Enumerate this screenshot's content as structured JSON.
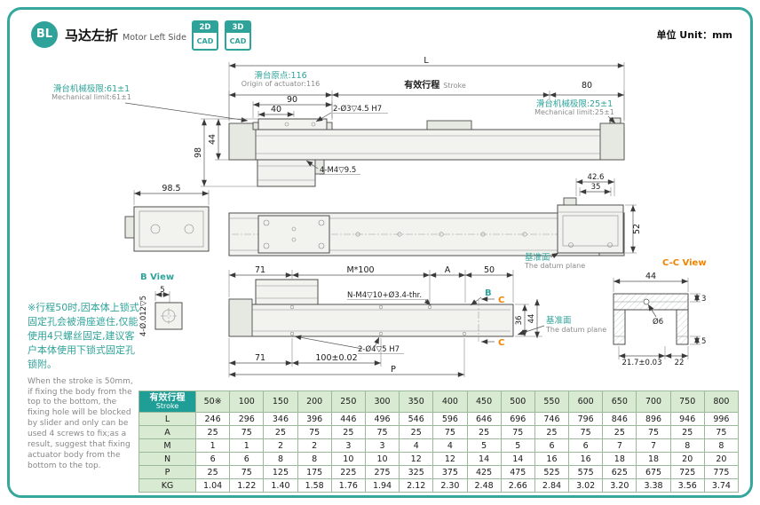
{
  "accent": {
    "teal": "#2fa39a",
    "orange": "#f08300",
    "light_green": "#d9ead2",
    "header_teal": "#1e9e96"
  },
  "header": {
    "badge": "BL",
    "title_cn": "马达左折",
    "title_en": "Motor Left Side",
    "cad2d": {
      "line1": "2D",
      "line2": "CAD"
    },
    "cad3d": {
      "line1": "3D",
      "line2": "CAD"
    },
    "unit": "单位 Unit：mm"
  },
  "drawing": {
    "top": {
      "dim_L": "L",
      "origin_cn": "滑台原点:116",
      "origin_en": "Origin of actuator:116",
      "stroke_cn": "有效行程",
      "stroke_en": "Stroke",
      "dim_80": "80",
      "limit_left_cn": "滑台机械极限:61±1",
      "limit_left_en": "Mechanical limit:61±1",
      "limit_right_cn": "滑台机械极限:25±1",
      "limit_right_en": "Mechanical limit:25±1",
      "dim_90": "90",
      "dim_40": "40",
      "hole_callout": "2-Ø3▽4.5 H7",
      "dim_44": "44",
      "dim_98": "98",
      "thread_callout": "4-M4▽9.5"
    },
    "mid": {
      "dim_985": "98.5",
      "dim_426": "42.6",
      "dim_35": "35",
      "dim_52": "52",
      "datum_cn": "基准面",
      "datum_en": "The datum plane",
      "cc_view": "C-C View"
    },
    "bottom": {
      "b_view": "B View",
      "dim_5": "5",
      "pin_callout": "4-Ø.012▽5",
      "dim_71a": "71",
      "dim_m100": "M*100",
      "dim_A": "A",
      "dim_50": "50",
      "thread_callout": "N-M4▽10+Ø3.4-thr.",
      "b_label": "B",
      "c_top": "C",
      "c_bottom": "C",
      "dim_36": "36",
      "dim_44": "44",
      "datum_cn": "基准面",
      "datum_en": "The datum plane",
      "hole_callout": "2-Ø4▽5 H7",
      "dim_71b": "71",
      "dim_100": "100±0.02",
      "dim_P": "P"
    },
    "section": {
      "dim_44": "44",
      "dim_d6": "Ø6",
      "dim_3": "3",
      "dim_5": "5",
      "dim_217": "21.7±0.03",
      "dim_22": "22"
    }
  },
  "note": {
    "cn": "※行程50时,因本体上锁式固定孔会被滑座遮住,仅能使用4只螺丝固定,建议客户本体使用下锁式固定孔锁附。",
    "en": "When the stroke is 50mm, if fixing the body from the top to the bottom, the fixing hole will be blocked by slider and only can be used 4 screws to fix;as a result, suggest that fixing actuator body from the bottom to the top."
  },
  "table": {
    "header_cn": "有效行程",
    "header_en": "Stroke",
    "columns": [
      "50※",
      "100",
      "150",
      "200",
      "250",
      "300",
      "350",
      "400",
      "450",
      "500",
      "550",
      "600",
      "650",
      "700",
      "750",
      "800"
    ],
    "rows": [
      {
        "label": "L",
        "values": [
          "246",
          "296",
          "346",
          "396",
          "446",
          "496",
          "546",
          "596",
          "646",
          "696",
          "746",
          "796",
          "846",
          "896",
          "946",
          "996"
        ]
      },
      {
        "label": "A",
        "values": [
          "25",
          "75",
          "25",
          "75",
          "25",
          "75",
          "25",
          "75",
          "25",
          "75",
          "25",
          "75",
          "25",
          "75",
          "25",
          "75"
        ]
      },
      {
        "label": "M",
        "values": [
          "1",
          "1",
          "2",
          "2",
          "3",
          "3",
          "4",
          "4",
          "5",
          "5",
          "6",
          "6",
          "7",
          "7",
          "8",
          "8"
        ]
      },
      {
        "label": "N",
        "values": [
          "6",
          "6",
          "8",
          "8",
          "10",
          "10",
          "12",
          "12",
          "14",
          "14",
          "16",
          "16",
          "18",
          "18",
          "20",
          "20"
        ]
      },
      {
        "label": "P",
        "values": [
          "25",
          "75",
          "125",
          "175",
          "225",
          "275",
          "325",
          "375",
          "425",
          "475",
          "525",
          "575",
          "625",
          "675",
          "725",
          "775"
        ]
      },
      {
        "label": "KG",
        "values": [
          "1.04",
          "1.22",
          "1.40",
          "1.58",
          "1.76",
          "1.94",
          "2.12",
          "2.30",
          "2.48",
          "2.66",
          "2.84",
          "3.02",
          "3.20",
          "3.38",
          "3.56",
          "3.74"
        ]
      }
    ]
  }
}
